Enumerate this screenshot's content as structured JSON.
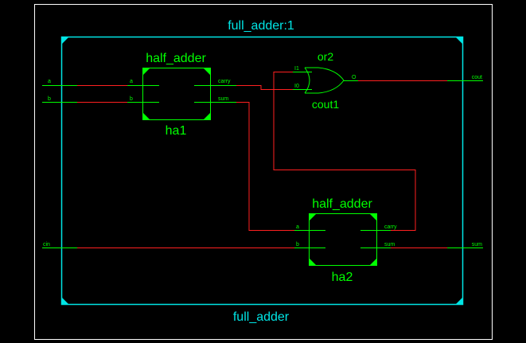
{
  "colors": {
    "background": "#000000",
    "frame": "#ffffff",
    "module": "#00e5e5",
    "component": "#00ff00",
    "net": "#ff2020"
  },
  "top": {
    "instance_title": "full_adder:1",
    "module_name": "full_adder"
  },
  "ports": {
    "a": "a",
    "b": "b",
    "cin": "cin",
    "cout": "cout",
    "sum": "sum"
  },
  "ha1": {
    "type": "half_adder",
    "instance": "ha1",
    "in_a": "a",
    "in_b": "b",
    "out_carry": "carry",
    "out_sum": "sum"
  },
  "ha2": {
    "type": "half_adder",
    "instance": "ha2",
    "in_a": "a",
    "in_b": "b",
    "out_carry": "carry",
    "out_sum": "sum"
  },
  "or_gate": {
    "type": "or2",
    "instance": "cout1",
    "in1": "I1",
    "in0": "I0",
    "out": "O"
  }
}
